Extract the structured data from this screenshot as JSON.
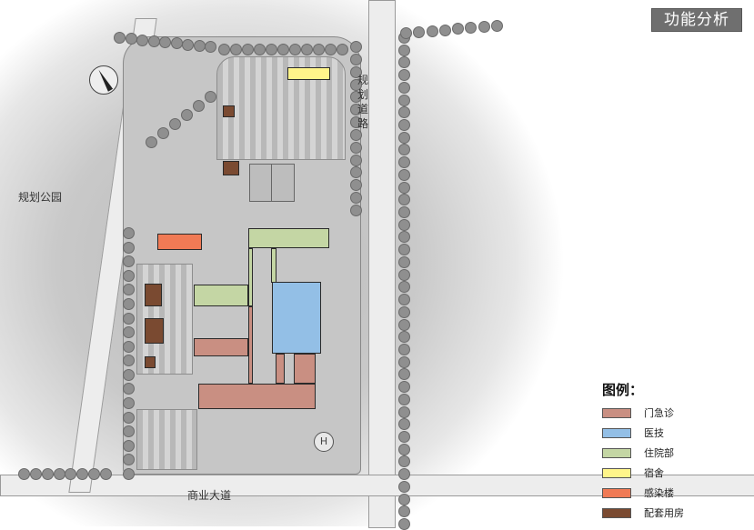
{
  "title": "功能分析",
  "roads": {
    "east": "规划道路",
    "west": "规划公园",
    "south": "商业大道"
  },
  "helipad": "H",
  "legend": {
    "title": "图例：",
    "items": [
      {
        "label": "门急诊",
        "color": "#c98f82"
      },
      {
        "label": "医技",
        "color": "#93bfe6"
      },
      {
        "label": "住院部",
        "color": "#c4d6a4"
      },
      {
        "label": "宿舍",
        "color": "#fff58a"
      },
      {
        "label": "感染楼",
        "color": "#f07a55"
      },
      {
        "label": "配套用房",
        "color": "#7a4a31"
      }
    ]
  }
}
